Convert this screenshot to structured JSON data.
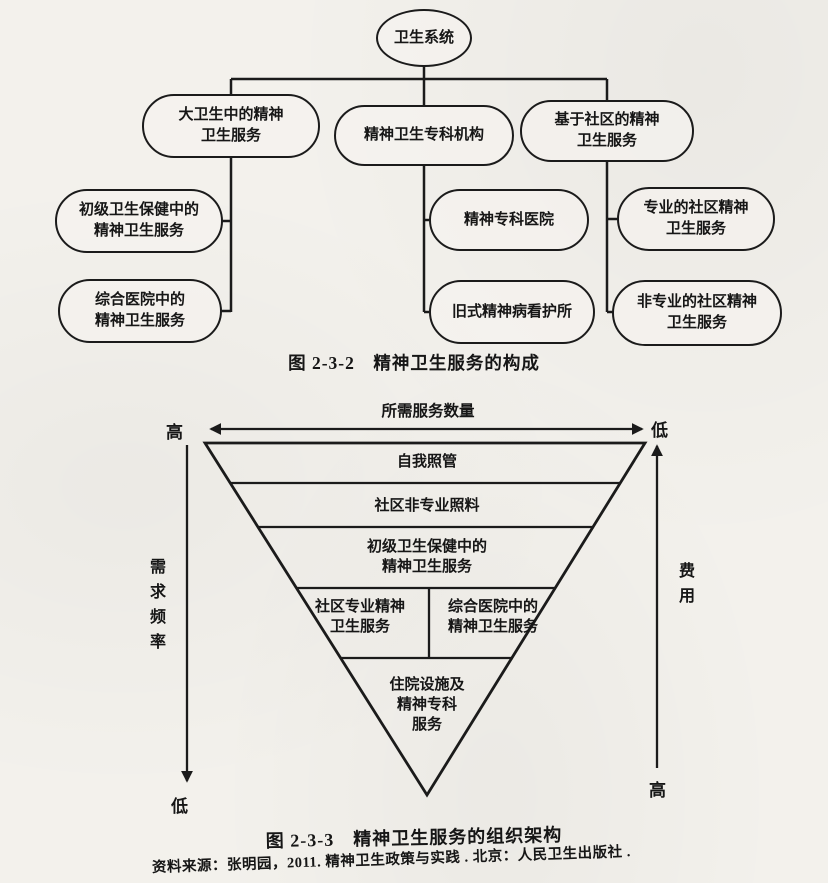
{
  "colors": {
    "ink": "#1b1b1b",
    "paper": "#f3f1ec"
  },
  "org_chart": {
    "root": "卫生系统",
    "branch1": "大卫生中的精神\n卫生服务",
    "branch2": "精神卫生专科机构",
    "branch3": "基于社区的精神\n卫生服务",
    "child11": "初级卫生保健中的\n精神卫生服务",
    "child12": "综合医院中的\n精神卫生服务",
    "child21": "精神专科医院",
    "child22": "旧式精神病看护所",
    "child31": "专业的社区精神\n卫生服务",
    "child32": "非专业的社区精神\n卫生服务",
    "caption": "图 2-3-2　精神卫生服务的构成"
  },
  "pyramid": {
    "top_axis_label": "所需服务数量",
    "corner_top_left": "高",
    "corner_top_right": "低",
    "corner_bottom_left": "低",
    "corner_bottom_right": "高",
    "left_axis_label": "需求频率",
    "right_axis_label": "费用",
    "level1": "自我照管",
    "level2": "社区非专业照料",
    "level3": "初级卫生保健中的\n精神卫生服务",
    "level4_left": "社区专业精神\n卫生服务",
    "level4_right": "综合医院中的\n精神卫生服务",
    "level5": "住院设施及\n精神专科\n服务",
    "caption": "图 2-3-3　精神卫生服务的组织架构",
    "source": "资料来源：张明园，2011. 精神卫生政策与实践 . 北京：人民卫生出版社 ."
  }
}
